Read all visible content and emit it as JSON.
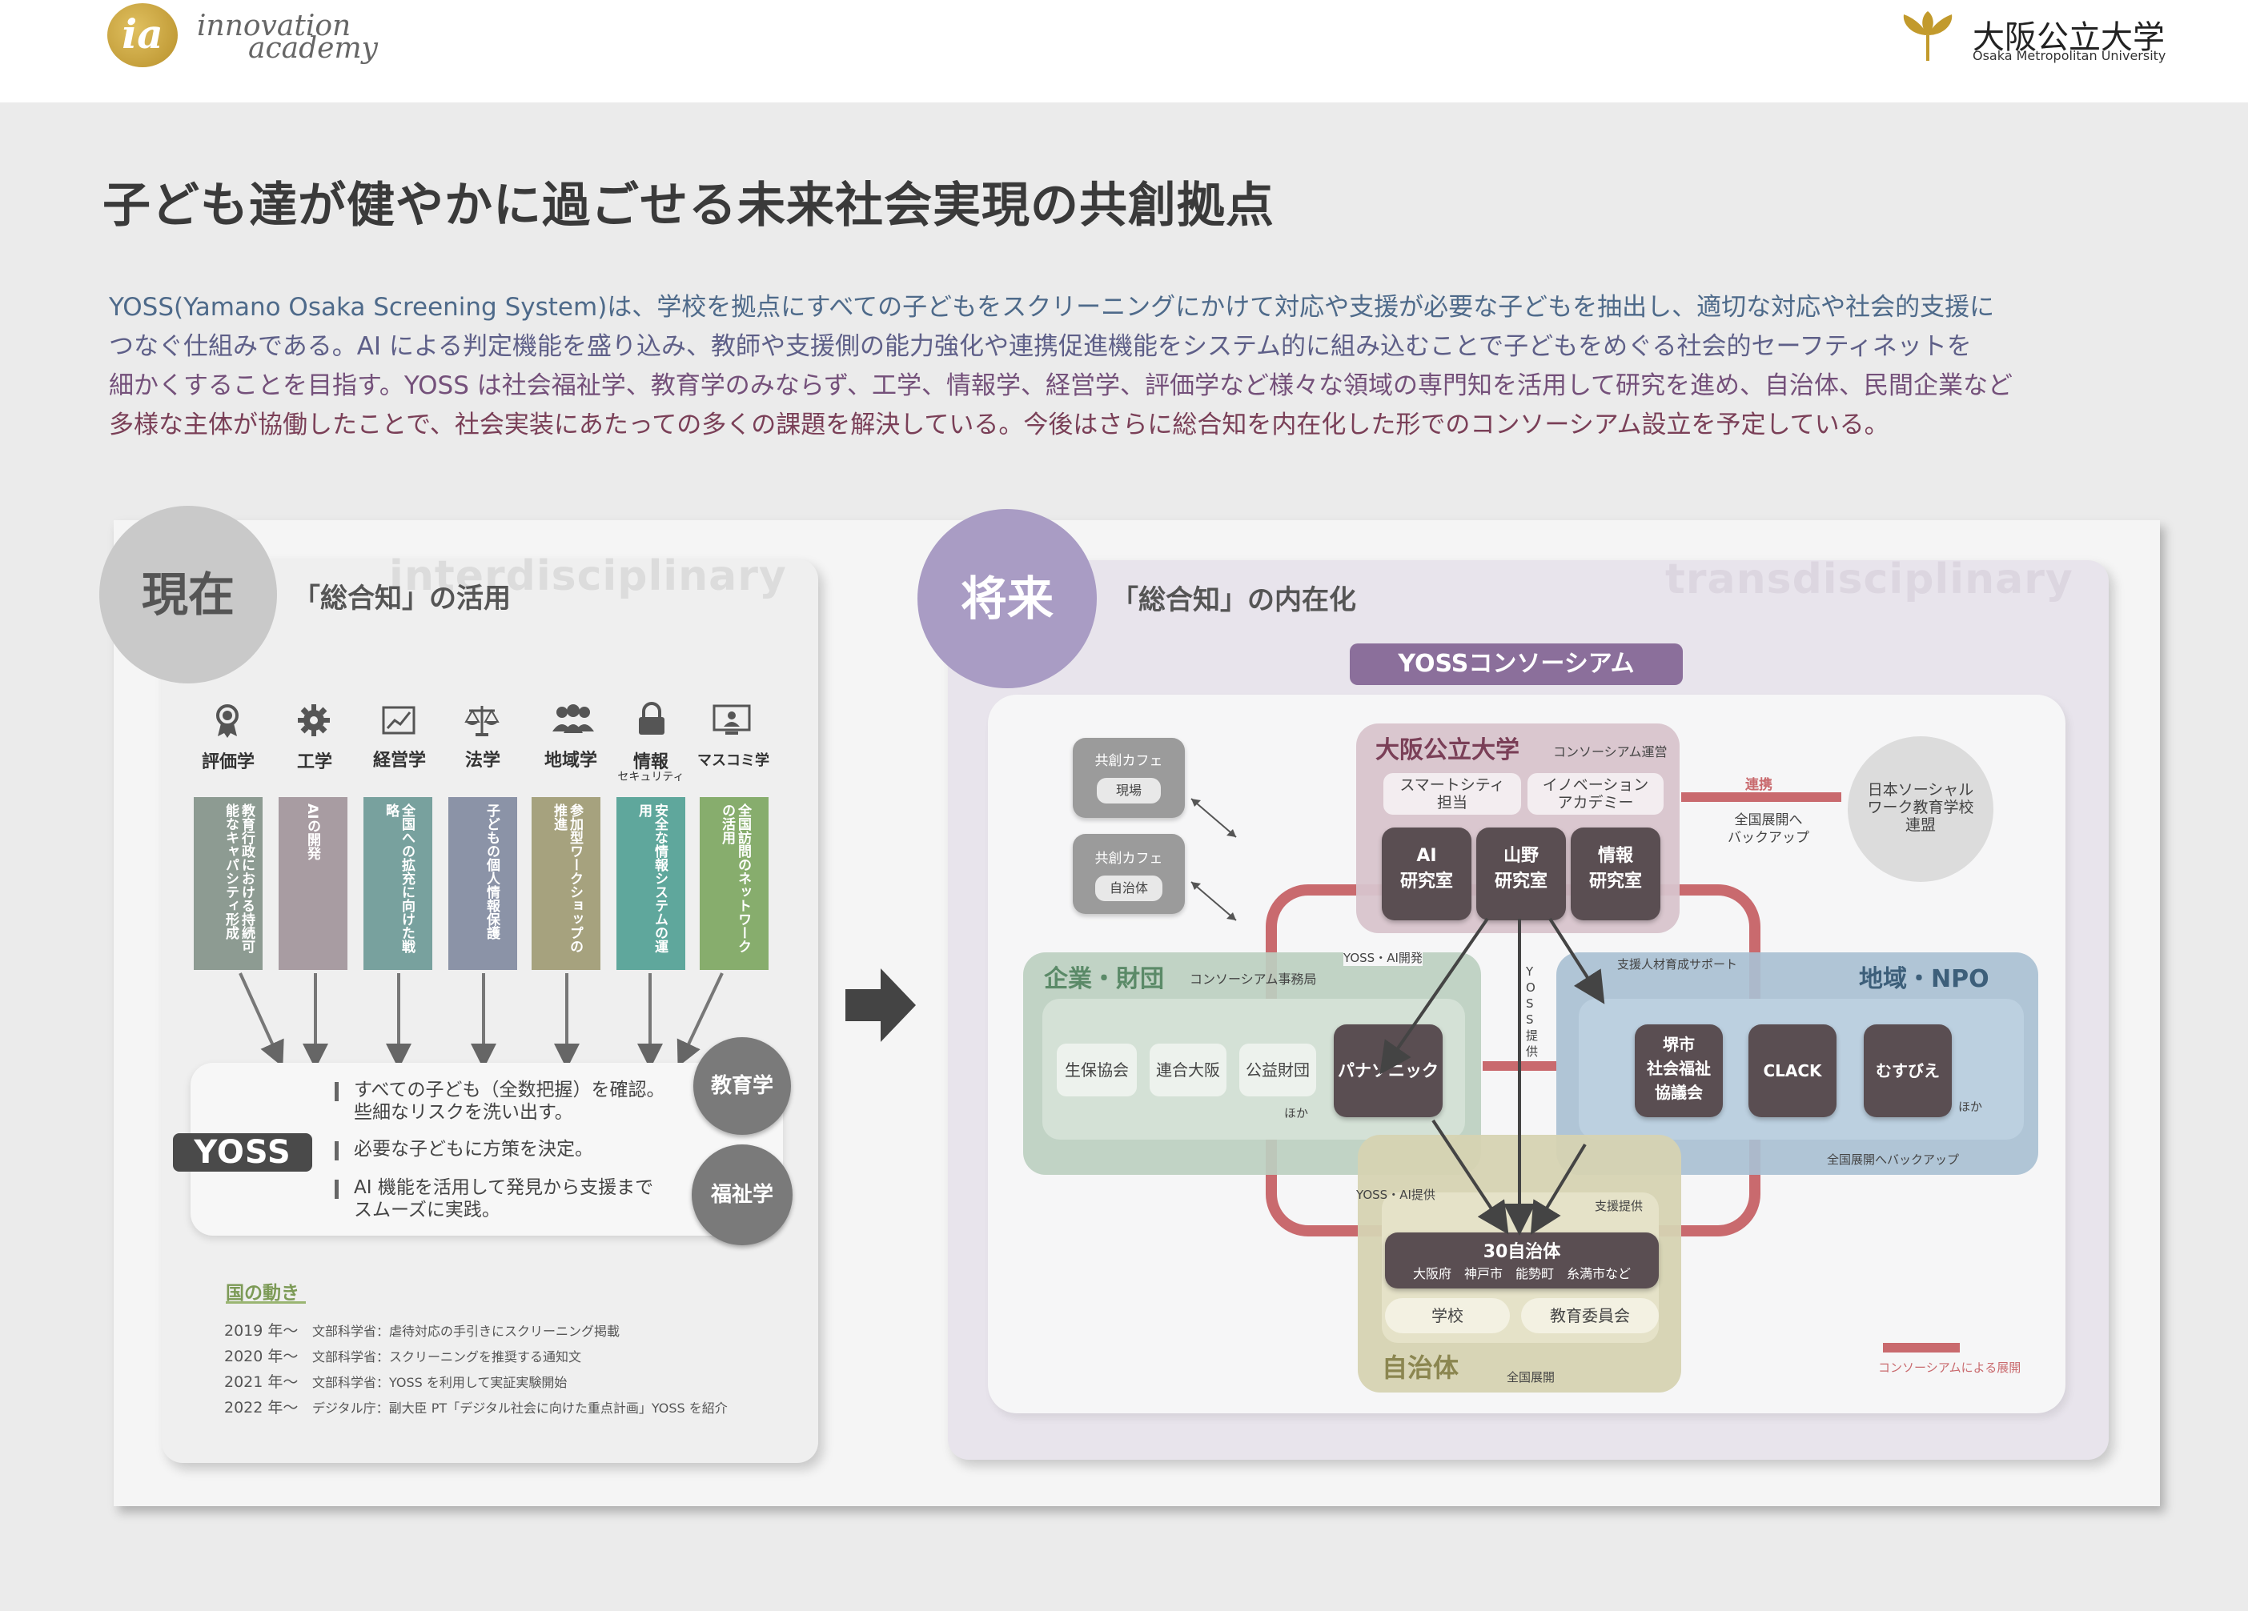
{
  "header": {
    "logo_mark": "ia",
    "logo_word1": "innovation",
    "logo_word2": "academy",
    "university_jp": "大阪公立大学",
    "university_en": "Osaka Metropolitan University"
  },
  "title": "子ども達が健やかに過ごせる未来社会実現の共創拠点",
  "intro": [
    "YOSS(Yamano Osaka Screening System)は、学校を拠点にすべての子どもをスクリーニングにかけて対応や支援が必要な子どもを抽出し、適切な対応や社会的支援に",
    "つなぐ仕組みである。AI による判定機能を盛り込み、教師や支援側の能力強化や連携促進機能をシステム的に組み込むことで子どもをめぐる社会的セーフティネットを",
    "細かくすることを目指す。YOSS は社会福祉学、教育学のみならず、工学、情報学、経営学、評価学など様々な領域の専門知を活用して研究を進め、自治体、民間企業など",
    "多様な主体が協働したことで、社会実装にあたっての多くの課題を解決している。今後はさらに総合知を内在化した形でのコンソーシアム設立を予定している。"
  ],
  "current": {
    "circle": "現在",
    "subtitle": "「総合知」の活用",
    "watermark": "interdisciplinary",
    "fields": [
      {
        "icon": "award-icon",
        "label": "評価学",
        "sub": "",
        "text": "教育行政における持続可能なキャパシティ形成",
        "color": "#8d9b92"
      },
      {
        "icon": "gear-icon",
        "label": "工学",
        "sub": "",
        "text": "AIの開発",
        "color": "#a89ca2"
      },
      {
        "icon": "chart-icon",
        "label": "経営学",
        "sub": "",
        "text": "全国への拡充に向けた戦略",
        "color": "#78a19e"
      },
      {
        "icon": "scales-icon",
        "label": "法学",
        "sub": "",
        "text": "子どもの個人情報保護",
        "color": "#8b93a7"
      },
      {
        "icon": "people-icon",
        "label": "地域学",
        "sub": "",
        "text": "参加型ワークショップの推進",
        "color": "#a6a27e"
      },
      {
        "icon": "lock-icon",
        "label": "情報",
        "sub": "セキュリティ",
        "text": "安全な情報システムの運用",
        "color": "#5fa79c"
      },
      {
        "icon": "monitor-icon",
        "label": "マスコミ学",
        "sub": "",
        "text": "全国訪問のネットワークの活用",
        "color": "#87ad6d"
      }
    ],
    "yoss_label": "YOSS",
    "bullets": [
      "すべての子ども（全数把握）を確認。\n些細なリスクを洗い出す。",
      "必要な子どもに方策を決定。",
      "AI 機能を活用して発見から支援まで\nスムーズに実践。"
    ],
    "education": "教育学",
    "welfare": "福祉学",
    "national_title": "国の動き",
    "national": [
      {
        "year": "2019 年〜",
        "text": "文部科学省：虐待対応の手引きにスクリーニング掲載"
      },
      {
        "year": "2020 年〜",
        "text": "文部科学省：スクリーニングを推奨する通知文"
      },
      {
        "year": "2021 年〜",
        "text": "文部科学省：YOSS を利用して実証実験開始"
      },
      {
        "year": "2022 年〜",
        "text": "デジタル庁：副大臣 PT「デジタル社会に向けた重点計画」YOSS を紹介"
      }
    ]
  },
  "future": {
    "circle": "将来",
    "subtitle": "「総合知」の内在化",
    "watermark": "transdisciplinary",
    "consortium": "YOSSコンソーシアム",
    "cafe1_title": "共創カフェ",
    "cafe1_tag": "現場",
    "cafe2_title": "共創カフェ",
    "cafe2_tag": "自治体",
    "omu_title": "大阪公立大学",
    "omu_sub": "コンソーシアム運営",
    "omu_top": [
      "スマートシティ\n担当",
      "イノベーション\nアカデミー"
    ],
    "labs": [
      "AI\n研究室",
      "山野\n研究室",
      "情報\n研究室"
    ],
    "renkei": "連携",
    "backup1": "全国展開へ\nバックアップ",
    "jswa": "日本ソーシャル\nワーク教育学校\n連盟",
    "corp_title": "企業・財団",
    "corp_sub": "コンソーシアム事務局",
    "corps": [
      "生保協会",
      "連合大阪",
      "公益財団",
      "パナソニック"
    ],
    "corp_etc": "ほか",
    "yoss_ai_dev": "YOSS・AI開発",
    "yoss_provide": "YOSS提供",
    "support_hr": "支援人材育成サポート",
    "region_title": "地域・NPO",
    "regions": [
      "堺市\n社会福祉\n協議会",
      "CLACK",
      "むすびえ"
    ],
    "region_etc": "ほか",
    "backup2": "全国展開へバックアップ",
    "yoss_ai_provide": "YOSS・AI提供",
    "support_provide": "支援提供",
    "muni_count": "30自治体",
    "muni_list": "大阪府　神戸市　能勢町　糸満市など",
    "school": "学校",
    "board": "教育委員会",
    "muni_title": "自治体",
    "nationwide": "全国展開",
    "legend": "コンソーシアムによる展開"
  },
  "colors": {
    "consortium_purple": "#8b6f9b",
    "omu_pink": "#d8c4cc",
    "corp_green": "#bccfc0",
    "region_blue": "#a9c0d2",
    "muni_olive": "#d6d3b2",
    "red_link": "#c96a6e"
  }
}
